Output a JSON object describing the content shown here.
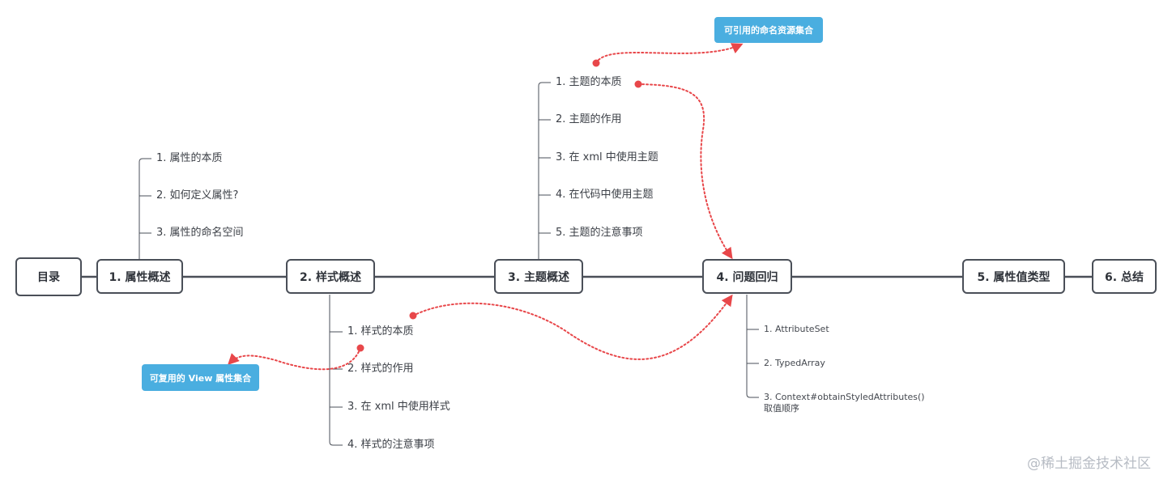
{
  "nodes": {
    "root": "目录",
    "attr_overview": "1. 属性概述",
    "style_overview": "2. 样式概述",
    "theme_overview": "3. 主题概述",
    "question_review": "4. 问题回归",
    "attr_value_types": "5. 属性值类型",
    "summary": "6. 总结"
  },
  "attr_items": [
    "1. 属性的本质",
    "2. 如何定义属性?",
    "3. 属性的命名空间"
  ],
  "style_items": [
    "1. 样式的本质",
    "2. 样式的作用",
    "3. 在 xml 中使用样式",
    "4. 样式的注意事项"
  ],
  "theme_items": [
    "1. 主题的本质",
    "2. 主题的作用",
    "3. 在 xml 中使用主题",
    "4. 在代码中使用主题",
    "5. 主题的注意事项"
  ],
  "question_items": [
    "1. AttributeSet",
    "2. TypedArray",
    "3. Context#obtainStyledAttributes()",
    "取值顺序"
  ],
  "tags": {
    "theme_tag": "可引用的命名资源集合",
    "style_tag": "可复用的 View 属性集合"
  },
  "watermark": "@稀土掘金技术社区",
  "colors": {
    "node_border": "#4a4f58",
    "tag_bg": "#4aaee0",
    "relation_line": "#e8474a"
  }
}
